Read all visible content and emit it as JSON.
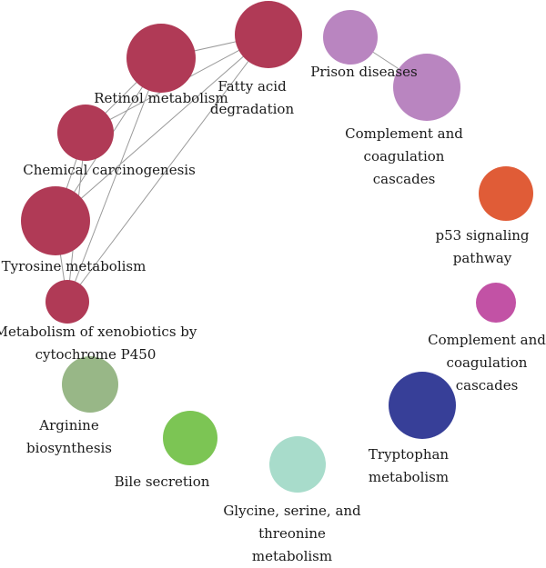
{
  "network": {
    "nodes": [
      {
        "id": "fatty-acid-degradation",
        "label_lines": [
          "Fatty acid",
          "degradation"
        ],
        "color": "#b03a56"
      },
      {
        "id": "retinol-metabolism",
        "label_lines": [
          "Retinol metabolism"
        ],
        "color": "#b03a56"
      },
      {
        "id": "chemical-carcinogenesis",
        "label_lines": [
          "Chemical carcinogenesis"
        ],
        "color": "#b03a56"
      },
      {
        "id": "tyrosine-metabolism",
        "label_lines": [
          "Tyrosine metabolism"
        ],
        "color": "#b03a56"
      },
      {
        "id": "metabolism-of-xenobiotics",
        "label_lines": [
          "Metabolism of xenobiotics by",
          "cytochrome P450"
        ],
        "color": "#b03a56"
      },
      {
        "id": "arginine-biosynthesis",
        "label_lines": [
          "Arginine",
          "biosynthesis"
        ],
        "color": "#98b787"
      },
      {
        "id": "bile-secretion",
        "label_lines": [
          "Bile secretion"
        ],
        "color": "#7cc554"
      },
      {
        "id": "glycine-serine-threonine",
        "label_lines": [
          "Glycine, serine, and",
          "threonine",
          "metabolism"
        ],
        "color": "#a8dccb"
      },
      {
        "id": "tryptophan-metabolism",
        "label_lines": [
          "Tryptophan",
          "metabolism"
        ],
        "color": "#373f98"
      },
      {
        "id": "complement-coagulation-2",
        "label_lines": [
          "Complement and",
          "coagulation",
          "cascades"
        ],
        "color": "#c252a5"
      },
      {
        "id": "p53-signaling",
        "label_lines": [
          "p53 signaling",
          "pathway"
        ],
        "color": "#e05c37"
      },
      {
        "id": "complement-coagulation-1",
        "label_lines": [
          "Complement and",
          "coagulation",
          "cascades"
        ],
        "color": "#b985c0"
      },
      {
        "id": "prion-diseases",
        "label_lines": [
          "Prison diseases"
        ],
        "color": "#b985c0"
      }
    ],
    "edges": [
      [
        "fatty-acid-degradation",
        "retinol-metabolism"
      ],
      [
        "fatty-acid-degradation",
        "chemical-carcinogenesis"
      ],
      [
        "fatty-acid-degradation",
        "tyrosine-metabolism"
      ],
      [
        "fatty-acid-degradation",
        "metabolism-of-xenobiotics"
      ],
      [
        "retinol-metabolism",
        "chemical-carcinogenesis"
      ],
      [
        "retinol-metabolism",
        "tyrosine-metabolism"
      ],
      [
        "retinol-metabolism",
        "metabolism-of-xenobiotics"
      ],
      [
        "chemical-carcinogenesis",
        "tyrosine-metabolism"
      ],
      [
        "chemical-carcinogenesis",
        "metabolism-of-xenobiotics"
      ],
      [
        "tyrosine-metabolism",
        "metabolism-of-xenobiotics"
      ],
      [
        "prion-diseases",
        "complement-coagulation-1"
      ]
    ]
  }
}
